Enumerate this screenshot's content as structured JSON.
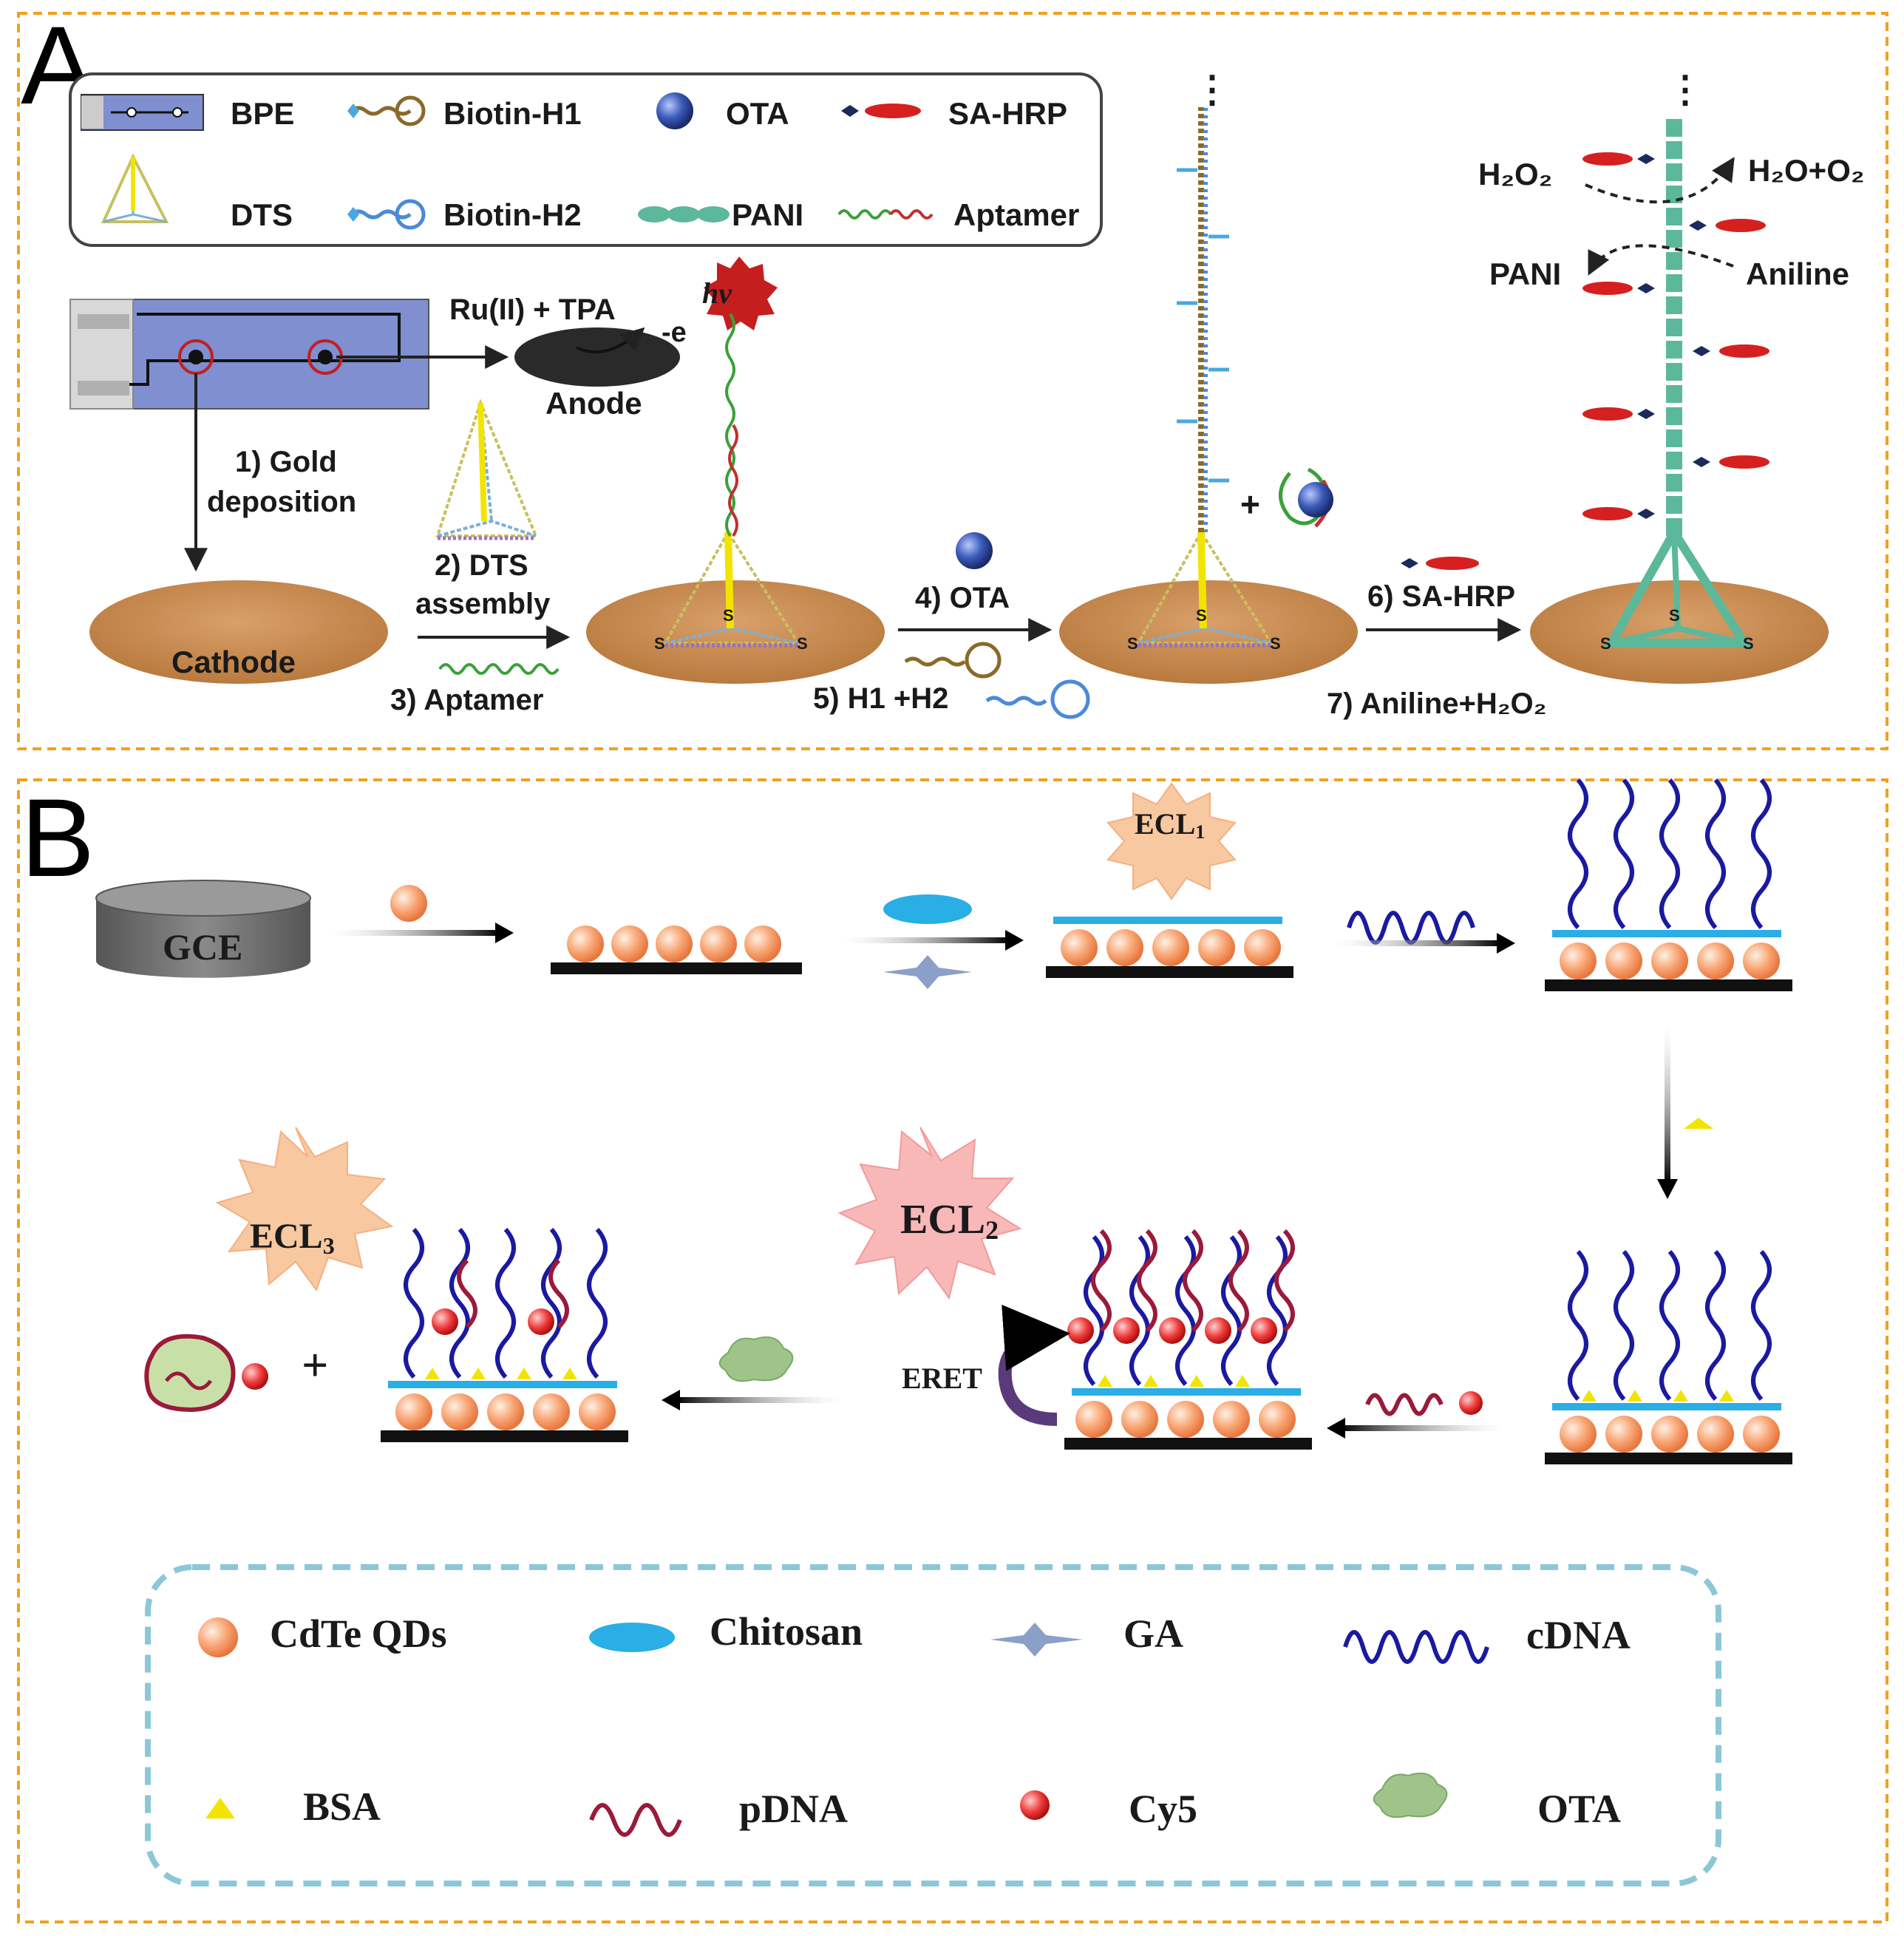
{
  "panelA": {
    "letter": "A",
    "legend": [
      {
        "label": "BPE",
        "icon": "bpe-chip-icon"
      },
      {
        "label": "Biotin-H1",
        "icon": "hairpin-icon"
      },
      {
        "label": "OTA",
        "icon": "blue-sphere-icon"
      },
      {
        "label": "SA-HRP",
        "icon": "red-ellipse-icon"
      },
      {
        "label": "DTS",
        "icon": "tetrahedron-icon"
      },
      {
        "label": "Biotin-H2",
        "icon": "hairpin-icon"
      },
      {
        "label": "PANI",
        "icon": "green-chain-icon"
      },
      {
        "label": "Aptamer",
        "icon": "wavy-strand-icon"
      }
    ],
    "ru_tpa": "Ru(II) + TPA",
    "hv": "hv",
    "minus_e": "-e",
    "anode": "Anode",
    "step1_line1": "1) Gold",
    "step1_line2": "deposition",
    "cathode": "Cathode",
    "step2_line1": "2) DTS",
    "step2_line2": "assembly",
    "step3": "3) Aptamer",
    "step4": "4) OTA",
    "step5": "5) H1 +H2",
    "plus": "+",
    "step6": "6) SA-HRP",
    "step7": "7) Aniline+H₂O₂",
    "h2o2": "H₂O₂",
    "h2o_o2": "H₂O+O₂",
    "pani": "PANI",
    "aniline": "Aniline",
    "ellipsis": "⋮",
    "s_label": "S"
  },
  "panelB": {
    "letter": "B",
    "gce": "GCE",
    "ecl1": "ECL",
    "ecl1_sub": "1",
    "ecl2": "ECL",
    "ecl2_sub": "2",
    "ecl3": "ECL",
    "ecl3_sub": "3",
    "eret": "ERET",
    "plus": "+",
    "legend": [
      {
        "label": "CdTe QDs",
        "icon": "orange-sphere-icon"
      },
      {
        "label": "Chitosan",
        "icon": "cyan-ellipse-icon"
      },
      {
        "label": "GA",
        "icon": "star-icon"
      },
      {
        "label": "cDNA",
        "icon": "blue-wave-icon"
      },
      {
        "label": "BSA",
        "icon": "yellow-triangle-icon"
      },
      {
        "label": "pDNA",
        "icon": "maroon-wave-icon"
      },
      {
        "label": "Cy5",
        "icon": "red-sphere-icon"
      },
      {
        "label": "OTA",
        "icon": "green-blob-icon"
      }
    ]
  },
  "colors": {
    "frame": "#f0a020",
    "legend_border_b": "#8cc7d8",
    "electrode": "#c98a4a",
    "bpe_fill": "#7f8fcf",
    "qd": "#f59a6a",
    "chitosan": "#29aee6",
    "cdna": "#1a1aa0",
    "pdna": "#9a1a3a",
    "cy5": "#e82a2a",
    "bsa": "#f2e400",
    "ota_blob": "#9fc48a",
    "sahrp": "#d62020",
    "ota_sphere": "#2a4a9a",
    "ecl_burst_1": "#f8c8a0",
    "ecl_burst_2": "#f8b8b8"
  }
}
